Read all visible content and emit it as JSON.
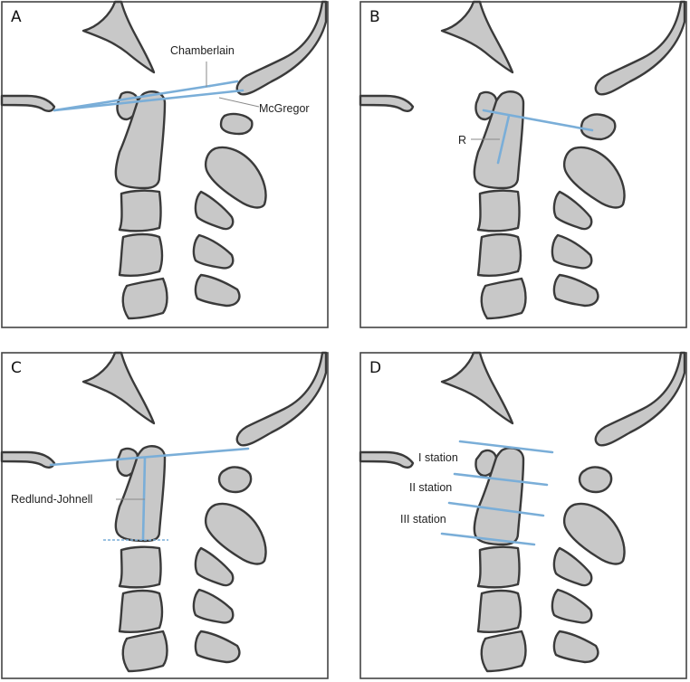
{
  "panels": [
    {
      "letter": "A",
      "labels": {
        "chamberlain": "Chamberlain",
        "mcgregor": "McGregor"
      }
    },
    {
      "letter": "B",
      "labels": {
        "r": "R"
      }
    },
    {
      "letter": "C",
      "labels": {
        "redlund": "Redlund-Johnell"
      }
    },
    {
      "letter": "D",
      "labels": {
        "station1": "I station",
        "station2": "II station",
        "station3": "III station"
      }
    }
  ],
  "colors": {
    "reference_line": "#7aaed8",
    "bone_fill": "#c8c8c8",
    "bone_outline": "#3a3a3a"
  }
}
